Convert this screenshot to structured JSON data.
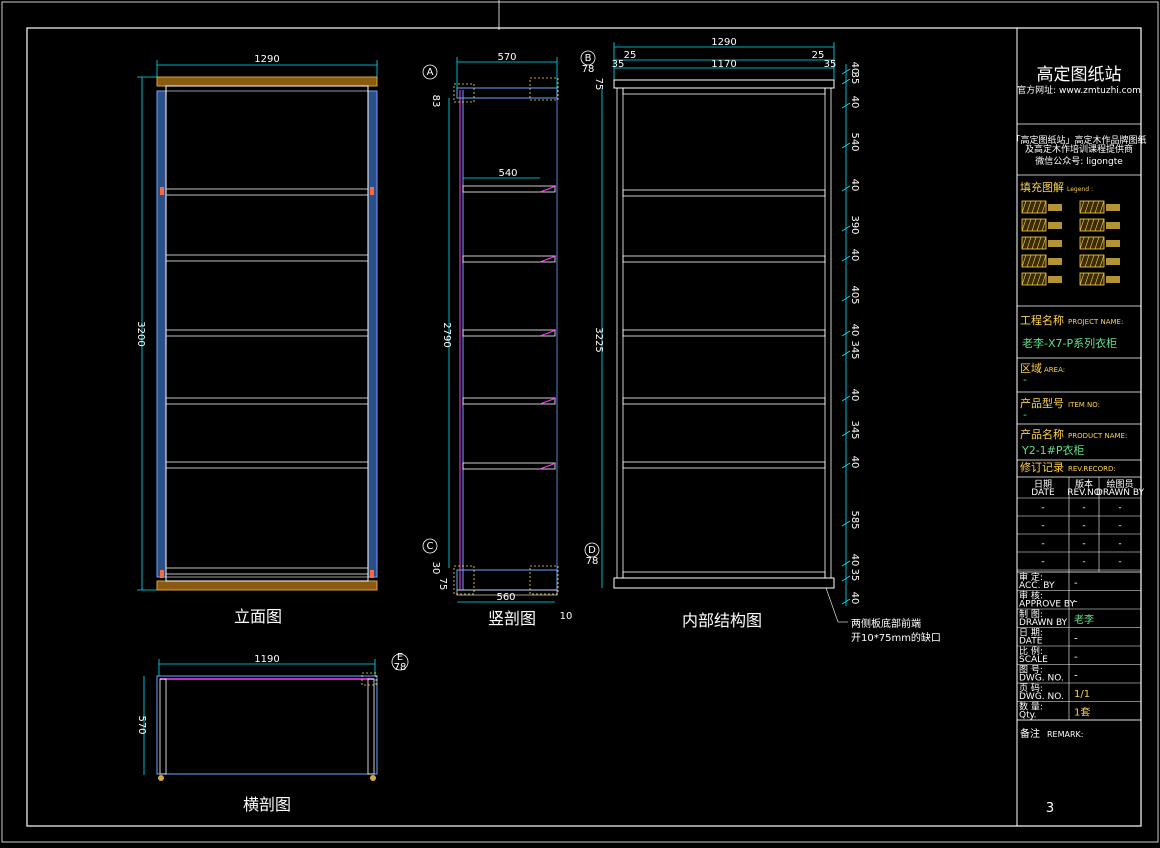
{
  "views": {
    "elevation": {
      "title": "立面图",
      "width": "1290",
      "height": "3200"
    },
    "section_v": {
      "title": "竖剖图",
      "width_top": "570",
      "shelf": "540",
      "height": "2790",
      "width_bottom": "560",
      "side": "10",
      "top_small": "78",
      "bot_small": "78",
      "d1": "83",
      "d2": "30",
      "d3": "75",
      "tag_a": "A",
      "tag_b": "B",
      "tag_c": "C",
      "tag_d": "D"
    },
    "internal": {
      "title": "内部结构图",
      "width_outer": "1290",
      "w_left": "25",
      "w_right": "25",
      "inner_w": "1170",
      "s_left": "35",
      "s_right": "35",
      "height": "3225",
      "top_left": "75",
      "right_dims": [
        "40",
        "35",
        "40",
        "540",
        "40",
        "390",
        "40",
        "405",
        "40",
        "345",
        "40",
        "345",
        "40",
        "585",
        "40",
        "35",
        "40"
      ],
      "note_line1": "两侧板底部前端",
      "note_line2": "开10*75mm的缺口"
    },
    "section_h": {
      "title": "横剖图",
      "width": "1190",
      "depth": "570",
      "tag": "E",
      "small": "78"
    }
  },
  "title_block": {
    "brand": "高定图纸站",
    "website": "官方网址: www.zmtuzhi.com",
    "intro1": "「高定图纸站」高定木作品牌图纸",
    "intro2": "及高定木作培训课程提供商",
    "intro3": "微信公众号: ligongte",
    "legend_title": "填充图解",
    "legend_en": "Legend :",
    "project_label": "工程名称",
    "project_label_en": "PROJECT NAME:",
    "project_value": "老李-X7-P系列衣柜",
    "area_label": "区域",
    "area_en": "AREA:",
    "area_value": "-",
    "item_label": "产品型号",
    "item_en": "ITEM NO:",
    "item_value": "-",
    "product_label": "产品名称",
    "product_en": "PRODUCT NAME:",
    "product_value": "Y2-1#P衣柜",
    "rev_label": "修订记录",
    "rev_en": "REV.RECORD:",
    "rev_cols": [
      {
        "cn": "日期",
        "en": "DATE"
      },
      {
        "cn": "版本",
        "en": "REV.NO"
      },
      {
        "cn": "绘图员",
        "en": "DRAWN BY"
      }
    ],
    "rev_rows": [
      [
        "-",
        "-",
        "-"
      ],
      [
        "-",
        "-",
        "-"
      ],
      [
        "-",
        "-",
        "-"
      ],
      [
        "-",
        "-",
        "-"
      ]
    ],
    "fields": [
      {
        "cn": "审    定:",
        "en": "ACC. BY",
        "value": "-",
        "color": "#ffffff"
      },
      {
        "cn": "审    核:",
        "en": "APPROVE BY",
        "value": "-",
        "color": "#ffffff"
      },
      {
        "cn": "制    图:",
        "en": "DRAWN BY",
        "value": "老李",
        "color": "#5fe08a"
      },
      {
        "cn": "日    期:",
        "en": "DATE",
        "value": "-",
        "color": "#ffffff"
      },
      {
        "cn": "比    例:",
        "en": "SCALE",
        "value": "-",
        "color": "#ffffff"
      },
      {
        "cn": "图    号:",
        "en": "DWG. NO.",
        "value": "-",
        "color": "#ffffff"
      },
      {
        "cn": "页    码:",
        "en": "DWG. NO.",
        "value": "1/1",
        "color": "#ffd24a"
      },
      {
        "cn": "数    量:",
        "en": "Qty.",
        "value": "1套",
        "color": "#ffd24a"
      }
    ],
    "remark_label": "备注",
    "remark_en": "REMARK:",
    "page_number": "3"
  },
  "colors": {
    "frame": "#ffffff",
    "dimension": "#00e5ff",
    "panel_edge": "#d9a441",
    "side_fill": "#6aa6ff",
    "section_magenta": "#ff3cff",
    "detail_yellow": "#ffe14a",
    "brand_yellow": "#ffd24a",
    "value_green": "#5fe08a"
  }
}
